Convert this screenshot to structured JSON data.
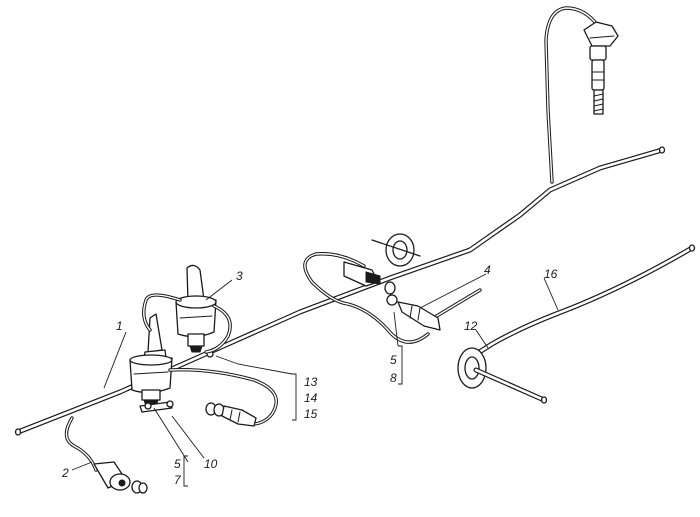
{
  "callouts": [
    {
      "id": "c1",
      "text": "1"
    },
    {
      "id": "c2",
      "text": "2"
    },
    {
      "id": "c3",
      "text": "3"
    },
    {
      "id": "c4",
      "text": "4"
    },
    {
      "id": "c5a",
      "text": "5"
    },
    {
      "id": "c8",
      "text": "8"
    },
    {
      "id": "c12",
      "text": "12"
    },
    {
      "id": "c16",
      "text": "16"
    },
    {
      "id": "c13",
      "text": "13"
    },
    {
      "id": "c14",
      "text": "14"
    },
    {
      "id": "c15",
      "text": "15"
    },
    {
      "id": "c5b",
      "text": "5"
    },
    {
      "id": "c7",
      "text": "7"
    },
    {
      "id": "c10",
      "text": "10"
    }
  ]
}
